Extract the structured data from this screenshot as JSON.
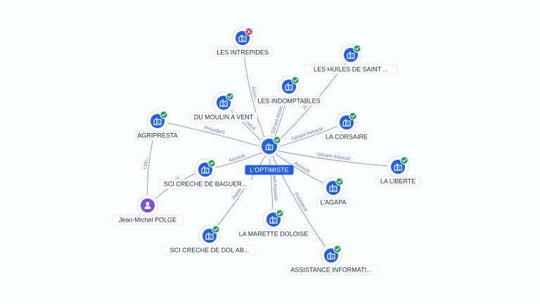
{
  "graph": {
    "center": {
      "id": "c",
      "label": "L'OPTIMISTE",
      "icon": "company-icon",
      "status": "active"
    },
    "nodes": [
      {
        "id": "n1",
        "label": "LES INTREPIDES",
        "type": "company",
        "status": "closed"
      },
      {
        "id": "n2",
        "label": "LES HUILES DE SAINT ...",
        "type": "company",
        "status": "active"
      },
      {
        "id": "n3",
        "label": "LES INDOMPTABLES",
        "type": "company",
        "status": "active"
      },
      {
        "id": "n4",
        "label": "DU MOULIN A VENT",
        "type": "company",
        "status": "active"
      },
      {
        "id": "n5",
        "label": "AGRIPRESTA",
        "type": "company",
        "status": "active"
      },
      {
        "id": "n6",
        "label": "LA CORSAIRE",
        "type": "company",
        "status": "active"
      },
      {
        "id": "n7",
        "label": "LA LIBERTE",
        "type": "company",
        "status": "active"
      },
      {
        "id": "n8",
        "label": "SCI CRECHE DE BAGUER...",
        "type": "company",
        "status": "active"
      },
      {
        "id": "n9",
        "label": "L'AGAPA",
        "type": "company",
        "status": "active"
      },
      {
        "id": "n10",
        "label": "Jean-Michel POLGE",
        "type": "person",
        "status": "none"
      },
      {
        "id": "n11",
        "label": "LA MARETTE DOLOISE",
        "type": "company",
        "status": "active"
      },
      {
        "id": "n12",
        "label": "SCI CRECHE DE DOL AB...",
        "type": "company",
        "status": "active"
      },
      {
        "id": "n13",
        "label": "ASSISTANCE INFORMATI...",
        "type": "company",
        "status": "active"
      }
    ],
    "edges": [
      {
        "from": "c",
        "to": "n1",
        "label": "Asso..."
      },
      {
        "from": "c",
        "to": "n2",
        "label": "Présid..."
      },
      {
        "from": "c",
        "to": "n3",
        "label": "Gérant Associé"
      },
      {
        "from": "c",
        "to": "n4",
        "label": "Associé"
      },
      {
        "from": "c",
        "to": "n5",
        "label": "Président"
      },
      {
        "from": "c",
        "to": "n6",
        "label": "Gérant Associé"
      },
      {
        "from": "c",
        "to": "n7",
        "label": "Gérant Associé"
      },
      {
        "from": "c",
        "to": "n8",
        "label": "Associé"
      },
      {
        "from": "c",
        "to": "n9",
        "label": "Associé"
      },
      {
        "from": "c",
        "to": "n11",
        "label": "Gérant Associé"
      },
      {
        "from": "c",
        "to": "n12",
        "label": "Associé"
      },
      {
        "from": "c",
        "to": "n13",
        "label": "Président"
      },
      {
        "from": "n10",
        "to": "n5",
        "label": "Liqu..."
      },
      {
        "from": "n10",
        "to": "n8",
        "label": "Gérant"
      }
    ],
    "colors": {
      "accent": "#1f5ff0",
      "active_badge": "#1e9e5a",
      "closed_badge": "#e0194a",
      "person": "#7d4ee8",
      "edge_label": "#5a7fd6"
    }
  }
}
